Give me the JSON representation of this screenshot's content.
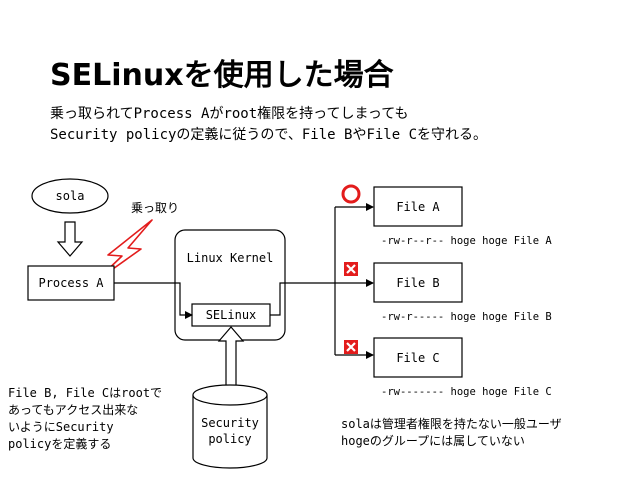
{
  "title": "SELinuxを使用した場合",
  "description": {
    "line1": "乗っ取られてProcess Aがroot権限を持ってしまっても",
    "line2": "Security policyの定義に従うので、File BやFile Cを守れる。"
  },
  "diagram": {
    "user": "sola",
    "hijack_label": "乗っ取り",
    "process": "Process A",
    "kernel": "Linux Kernel",
    "selinux": "SELinux",
    "policy_line1": "Security",
    "policy_line2": "policy",
    "files": [
      {
        "name": "File A",
        "perm": "-rw-r--r-- hoge hoge File A",
        "access": "allowed"
      },
      {
        "name": "File B",
        "perm": "-rw-r----- hoge hoge File B",
        "access": "denied"
      },
      {
        "name": "File C",
        "perm": "-rw------- hoge hoge File C",
        "access": "denied"
      }
    ],
    "colors": {
      "allowed": "#e31c1c",
      "denied": "#e31c1c",
      "stroke": "#000000"
    }
  },
  "notes": {
    "left": [
      "File B, File Cはrootで",
      "あってもアクセス出来な",
      "いようにSecurity",
      "policyを定義する"
    ],
    "right": [
      "solaは管理者権限を持たない一般ユーザ",
      "hogeのグループには属していない"
    ]
  }
}
